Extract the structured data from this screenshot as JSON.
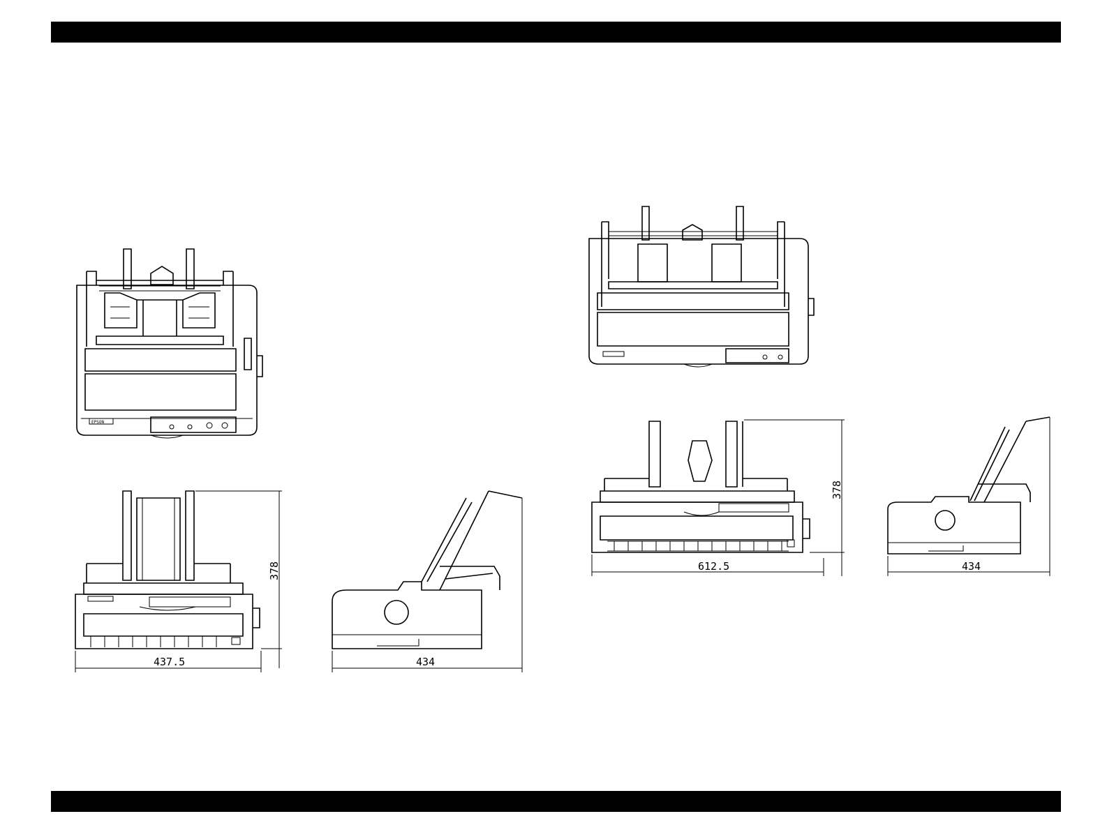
{
  "header_band": {},
  "footer_band": {},
  "figures": {
    "narrow_model": {
      "front_view": {
        "brand_label": "EPSON"
      },
      "width_dimension": "437.5",
      "height_dimension": "378",
      "depth_dimension": "434"
    },
    "wide_model": {
      "width_dimension": "612.5",
      "height_dimension": "378",
      "depth_dimension": "434"
    }
  },
  "colors": {
    "line": "#000000",
    "background": "#ffffff"
  }
}
